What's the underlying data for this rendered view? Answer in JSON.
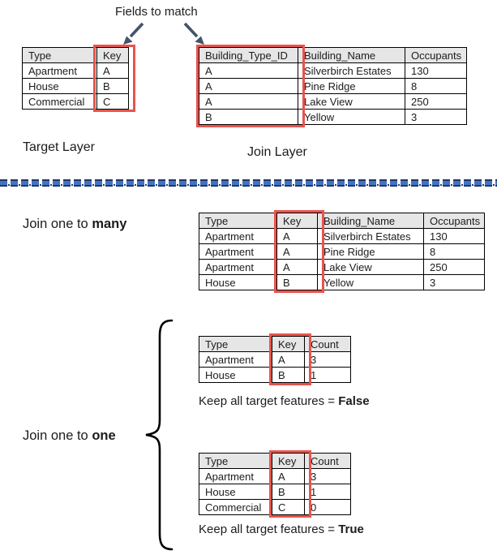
{
  "top": {
    "fields_to_match": "Fields to match",
    "target_layer_label": "Target Layer",
    "join_layer_label": "Join Layer"
  },
  "tables": {
    "target": {
      "headers": [
        "Type",
        "Key"
      ],
      "rows": [
        [
          "Apartment",
          "A"
        ],
        [
          "House",
          "B"
        ],
        [
          "Commercial",
          "C"
        ]
      ],
      "highlighted_column": "Key"
    },
    "join_layer": {
      "headers": [
        "Building_Type_ID",
        "Building_Name",
        "Occupants"
      ],
      "rows": [
        [
          "A",
          "Silverbirch Estates",
          "130"
        ],
        [
          "A",
          "Pine Ridge",
          "8"
        ],
        [
          "A",
          "Lake View",
          "250"
        ],
        [
          "B",
          "Yellow",
          "3"
        ]
      ],
      "highlighted_column": "Building_Type_ID"
    },
    "one_to_many": {
      "headers": [
        "Type",
        "Key",
        "Building_Name",
        "Occupants"
      ],
      "rows": [
        [
          "Apartment",
          "A",
          "Silverbirch Estates",
          "130"
        ],
        [
          "Apartment",
          "A",
          "Pine Ridge",
          "8"
        ],
        [
          "Apartment",
          "A",
          "Lake View",
          "250"
        ],
        [
          "House",
          "B",
          "Yellow",
          "3"
        ]
      ],
      "highlighted_column": "Key"
    },
    "one_to_one_false": {
      "headers": [
        "Type",
        "Key",
        "Count"
      ],
      "rows": [
        [
          "Apartment",
          "A",
          "3"
        ],
        [
          "House",
          "B",
          "1"
        ]
      ],
      "highlighted_column": "Key"
    },
    "one_to_one_true": {
      "headers": [
        "Type",
        "Key",
        "Count"
      ],
      "rows": [
        [
          "Apartment",
          "A",
          "3"
        ],
        [
          "House",
          "B",
          "1"
        ],
        [
          "Commercial",
          "C",
          "0"
        ]
      ],
      "highlighted_column": "Key"
    }
  },
  "sections": {
    "one_to_many": {
      "label_prefix": "Join one to ",
      "label_bold": "many"
    },
    "one_to_one": {
      "label_prefix": "Join one to ",
      "label_bold": "one"
    },
    "keep_false": {
      "prefix": "Keep all target features = ",
      "bold": "False"
    },
    "keep_true": {
      "prefix": "Keep all target features = ",
      "bold": "True"
    }
  },
  "colors": {
    "highlight_red": "#E8544E",
    "arrow_slate": "#44546A",
    "divider_blue": "#4472C4",
    "divider_edge": "#1F3864",
    "table_header_bg": "#E7E6E6"
  }
}
